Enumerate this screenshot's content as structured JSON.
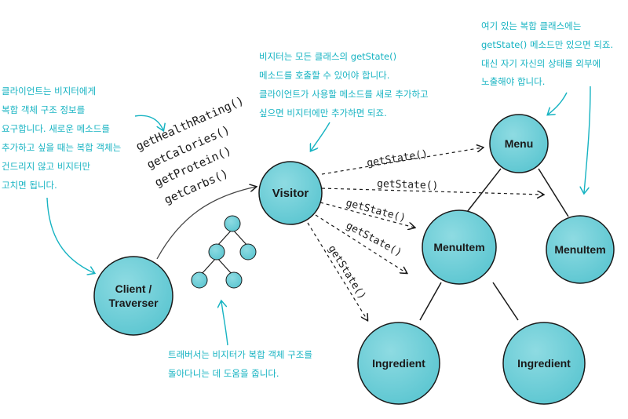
{
  "nodes": {
    "visitor": "Visitor",
    "menu": "Menu",
    "menuitem_left": "MenuItem",
    "menuitem_right": "MenuItem",
    "ingredient_left": "Ingredient",
    "ingredient_right": "Ingredient",
    "client_line1": "Client /",
    "client_line2": "Traverser"
  },
  "methods": [
    "getHealthRating()",
    "getCalories()",
    "getProtein()",
    "getCarbs()"
  ],
  "calls": [
    "getState()",
    "getState()",
    "getState()",
    "getState()",
    "getState()"
  ],
  "notes": {
    "visitor": [
      "비지터는 모든 클래스의 getState()",
      "메소드를 호출할 수 있어야 합니다.",
      "클라이언트가 사용할 메소드를 새로 추가하고",
      "싶으면 비지터에만 추가하면 되죠."
    ],
    "composite": [
      "여기 있는 복합 클래스에는",
      "getState() 메소드만 있으면 되죠.",
      "대신 자기 자신의 상태를 외부에",
      "노출해야 합니다."
    ],
    "client": [
      "클라이언트는 비지터에게",
      "복합 객체 구조 정보를",
      "요구합니다. 새로운 메소드를",
      "추가하고 싶을 때는 복합 객체는",
      "건드리지 않고 비지터만",
      "고치면 됩니다."
    ],
    "traverser": [
      "트래버서는 비지터가 복합 객체 구조를",
      "돌아다니는 데 도움을 줍니다."
    ]
  },
  "colors": {
    "node_fill": "#74d0d9",
    "note_text": "#16b3c2",
    "line": "#1a1a1a"
  }
}
